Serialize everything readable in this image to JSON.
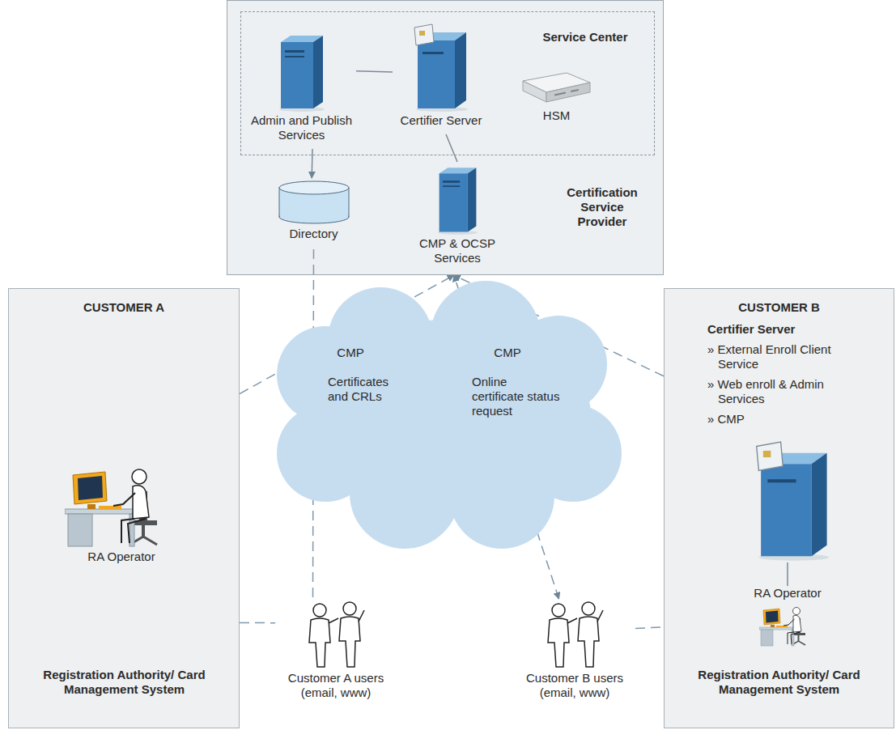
{
  "diagram": {
    "nodes": [
      {
        "text": [
          "Certification Service Provider"
        ]
      },
      {
        "text": [
          "Service Center"
        ],
        "in": 0
      },
      {
        "text": [
          "Admin and Publish Services"
        ],
        "in": 1
      },
      {
        "text": [
          "Certifier Server"
        ],
        "in": 1
      },
      {
        "text": [
          "HSM"
        ],
        "in": 1
      },
      {
        "text": [
          "Directory"
        ],
        "in": 0
      },
      {
        "text": [
          "CMP & OCSP Services"
        ],
        "in": 0
      },
      {
        "text": [
          "CUSTOMER A",
          "Registration Authority/ Card Management System"
        ]
      },
      {
        "text": [
          "RA Operator"
        ],
        "in": 7
      },
      {
        "text": [
          "CMP",
          "CMP",
          "Certificates and CRLs",
          "Online certificate status request"
        ]
      },
      {
        "text": [
          "Customer A users (email, www)"
        ]
      },
      {
        "text": [
          "Customer B users (email, www)"
        ]
      },
      {
        "text": [
          "CUSTOMER B",
          "Registration Authority/ Card Management System"
        ]
      },
      {
        "text": [
          "Certifier Server",
          "» External Enroll Client Service",
          "» Web enroll & Admin Services",
          "» CMP"
        ],
        "in": 12
      },
      {
        "text": [
          "RA Operator"
        ],
        "in": 12
      }
    ],
    "edges": [
      {
        "from": 2,
        "to": 3,
        "arrow": "none"
      },
      {
        "from": 2,
        "to": 5,
        "arrow": "to"
      },
      {
        "from": 3,
        "to": 6,
        "arrow": "none"
      },
      {
        "from": 5,
        "to": 10,
        "arrow": "none"
      },
      {
        "from": 7,
        "to": 0,
        "arrow": "to"
      },
      {
        "from": 12,
        "to": 0,
        "arrow": "to"
      },
      {
        "from": 11,
        "to": 0,
        "arrow": "both"
      },
      {
        "from": 7,
        "to": 10,
        "arrow": "none"
      },
      {
        "from": 11,
        "to": 12,
        "arrow": "none"
      },
      {
        "from": 13,
        "to": 14,
        "arrow": "none"
      }
    ]
  }
}
